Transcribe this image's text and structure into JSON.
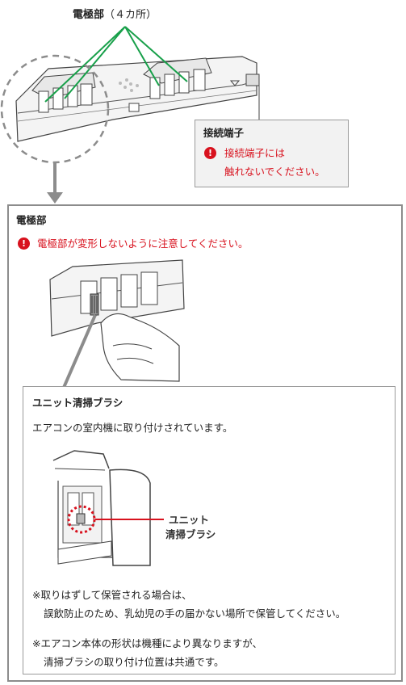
{
  "top": {
    "electrode_title": "電極部",
    "electrode_count": "（４カ所）"
  },
  "terminal_callout": {
    "title": "接続端子",
    "warning_line1": "接続端子には",
    "warning_line2": "触れないでください。"
  },
  "electrode_panel": {
    "title": "電極部",
    "warning": "電極部が変形しないように注意してください。"
  },
  "brush_panel": {
    "title": "ユニット清掃ブラシ",
    "description": "エアコンの室内機に取り付けされています。",
    "label_line1": "ユニット",
    "label_line2": "清掃ブラシ",
    "note1_line1": "※取りはずして保管される場合は、",
    "note1_line2": "誤飲防止のため、乳幼児の手の届かない場所で保管してください。",
    "note2_line1": "※エアコン本体の形状は機種により異なりますが、",
    "note2_line2": "清掃ブラシの取り付け位置は共通です。"
  },
  "colors": {
    "warning_red": "#d8121e",
    "leader_green": "#18a04a",
    "callout_bg": "#f2f2f2",
    "panel_border": "#8c8c8c"
  },
  "icons": [
    "exclamation-circle-icon"
  ]
}
